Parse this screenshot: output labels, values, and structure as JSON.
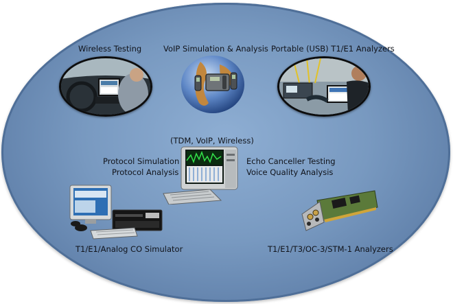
{
  "labels": {
    "wireless_testing": "Wireless Testing",
    "voip_simulation": "VoIP Simulation & Analysis",
    "portable_analyzers": "Portable (USB) T1/E1 Analyzers",
    "tdm_voip_wireless": "(TDM, VoIP, Wireless)",
    "protocol_simulation": "Protocol Simulation",
    "protocol_analysis": "Protocol Analysis",
    "echo_canceller": "Echo Canceller Testing",
    "voice_quality": "Voice Quality Analysis",
    "co_simulator": "T1/E1/Analog CO Simulator",
    "stm_analyzers": "T1/E1/T3/OC-3/STM-1 Analyzers"
  },
  "colors": {
    "ellipse": "#7899c0",
    "ellipse_edge": "#4f6f98",
    "text": "#10131a"
  },
  "icons": [
    "car-interior-photo",
    "globe-phones-photo",
    "lab-technician-photo",
    "pc-workstation-photo",
    "co-simulator-photo",
    "analyzer-card-photo"
  ]
}
